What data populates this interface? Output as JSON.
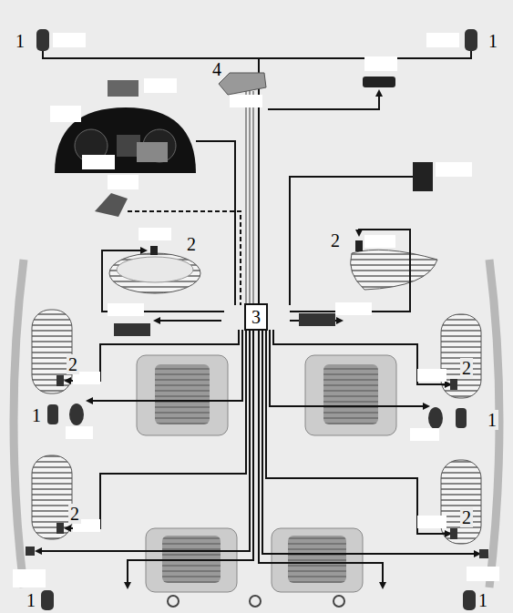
{
  "diagram": {
    "nodes": [
      {
        "text": [
          "3"
        ]
      }
    ],
    "labels": [
      "1",
      "1",
      "4",
      "2",
      "2",
      "2",
      "2",
      "1",
      "1",
      "2",
      "2",
      "1",
      "1"
    ]
  }
}
